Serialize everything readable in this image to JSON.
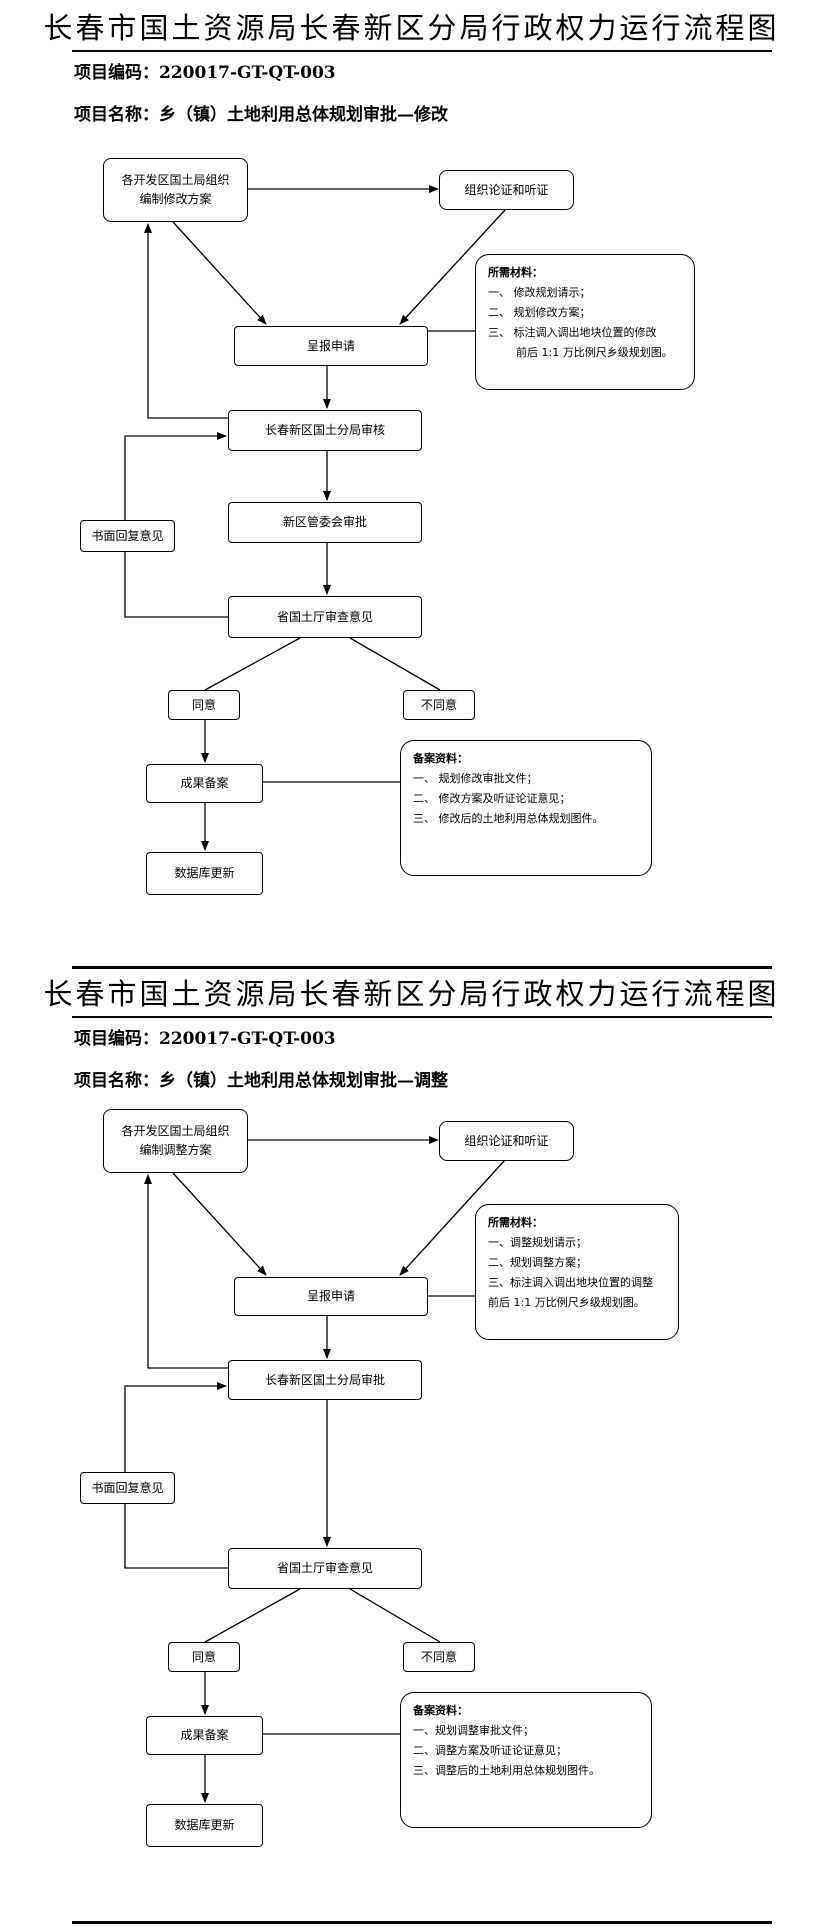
{
  "page_title": "长春市国土资源局长春新区分局行政权力运行流程图",
  "sections": [
    {
      "code_label": "项目编码：220017-GT-QT-003",
      "name_label": "项目名称：乡（镇）土地利用总体规划审批—修改",
      "nodes": {
        "draft": [
          "各开发区国土局组织",
          "编制修改方案"
        ],
        "hearing": "组织论证和听证",
        "submit": "呈报申请",
        "review": "长春新区国土分局审核",
        "committee": "新区管委会审批",
        "province": "省国土厅审查意见",
        "agree": "同意",
        "disagree": "不同意",
        "filing": "成果备案",
        "db": "数据库更新",
        "reply": "书面回复意见"
      },
      "materials": {
        "title": "所需材料：",
        "items": [
          "一、 修改规划请示；",
          "二、 规划修改方案；",
          "三、 标注调入调出地块位置的修改"
        ],
        "continuation": "前后 1:1 万比例尺乡级规划图。"
      },
      "filing_docs": {
        "title": "备案资料：",
        "items": [
          "一、 规划修改审批文件；",
          "二、 修改方案及听证论证意见；",
          "三、 修改后的土地利用总体规划图件。"
        ]
      }
    },
    {
      "code_label": "项目编码：220017-GT-QT-003",
      "name_label": "项目名称：乡（镇）土地利用总体规划审批—调整",
      "nodes": {
        "draft": [
          "各开发区国土局组织",
          "编制调整方案"
        ],
        "hearing": "组织论证和听证",
        "submit": "呈报申请",
        "review": "长春新区国土分局审批",
        "province": "省国土厅审查意见",
        "agree": "同意",
        "disagree": "不同意",
        "filing": "成果备案",
        "db": "数据库更新",
        "reply": "书面回复意见"
      },
      "materials": {
        "title": "所需材料：",
        "items": [
          "一、调整规划请示；",
          "二、规划调整方案；",
          "三、标注调入调出地块位置的调整"
        ],
        "continuation": "前后 1:1 万比例尺乡级规划图。"
      },
      "filing_docs": {
        "title": "备案资料：",
        "items": [
          "一、规划调整审批文件；",
          "二、调整方案及听证论证意见；",
          "三、调整后的土地利用总体规划图件。"
        ]
      }
    }
  ]
}
